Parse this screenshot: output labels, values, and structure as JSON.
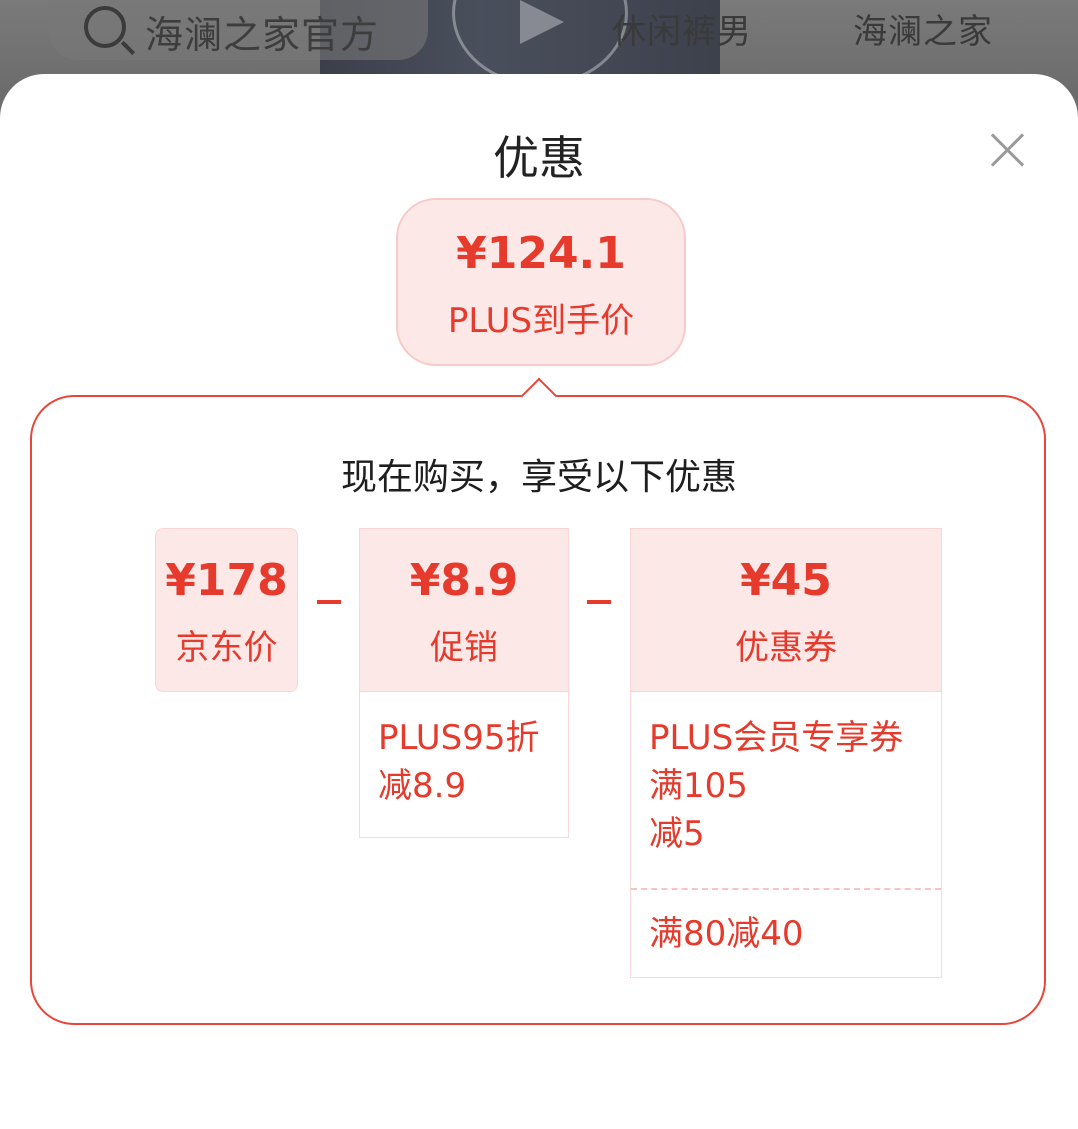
{
  "background": {
    "search_text": "海澜之家官方",
    "hot_words": [
      "休闲裤男",
      "海澜之家"
    ]
  },
  "sheet": {
    "title": "优惠",
    "close_icon": "close-icon"
  },
  "final_price": {
    "price": "¥124.1",
    "label": "PLUS到手价"
  },
  "breakdown": {
    "subtitle": "现在购买，享受以下优惠",
    "jd_price": {
      "amount": "¥178",
      "label": "京东价"
    },
    "promotion": {
      "amount": "¥8.9",
      "label": "促销",
      "details": [
        "PLUS95折",
        "减8.9"
      ]
    },
    "coupon": {
      "amount": "¥45",
      "label": "优惠券",
      "items": [
        {
          "lines": [
            "PLUS会员专享券",
            "满105",
            "减5"
          ]
        },
        {
          "lines": [
            "满80减40"
          ]
        }
      ]
    }
  },
  "colors": {
    "accent": "#e53a2c",
    "tile_bg": "#fde8e8",
    "frame_border": "#e8463a"
  }
}
